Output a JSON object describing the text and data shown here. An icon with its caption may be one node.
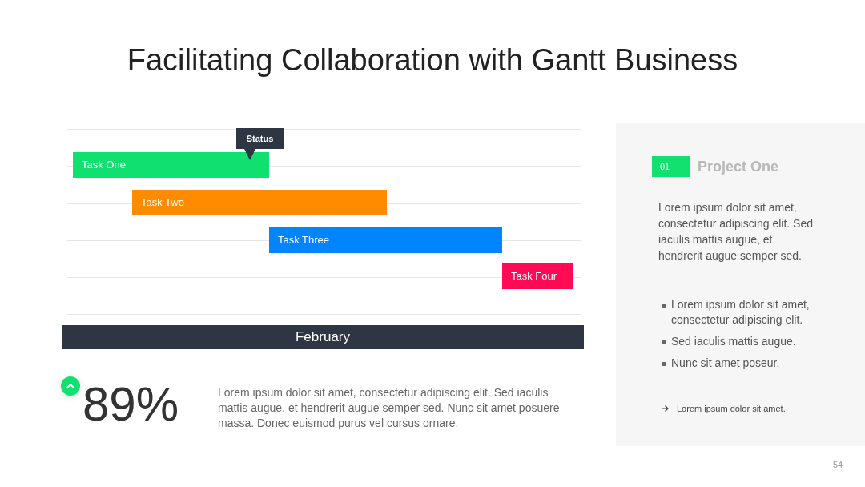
{
  "diagram": {
    "title": "Facilitating Collaboration with Gantt Business",
    "nodes": [
      {
        "text": [
          "Status"
        ]
      },
      {
        "text": [
          "Task One"
        ]
      },
      {
        "text": [
          "Task Two"
        ]
      },
      {
        "text": [
          "Task Three"
        ]
      },
      {
        "text": [
          "Task Four"
        ]
      },
      {
        "text": [
          "February"
        ]
      },
      {
        "text": [
          "Lorem ipsum dolor sit amet, consectetur adipiscing elit. Sed iaculis mattis augue, et hendrerit augue semper sed.",
          "Lorem ipsum dolor sit amet, consectetur adipiscing elit.",
          "Sed iaculis mattis augue.",
          "Nunc sit amet poseur.",
          "Lorem ipsum dolor sit amet."
        ]
      },
      {
        "text": [
          "01"
        ],
        "beside": [
          "Project One"
        ],
        "in": 6
      }
    ],
    "labels": [
      "89%",
      "Lorem ipsum dolor sit amet, consectetur adipiscing elit. Sed iaculis mattis augue, et hendrerit augue semper sed. Nunc sit amet posuere massa. Donec euismod purus vel cursus ornare.",
      "54"
    ]
  }
}
